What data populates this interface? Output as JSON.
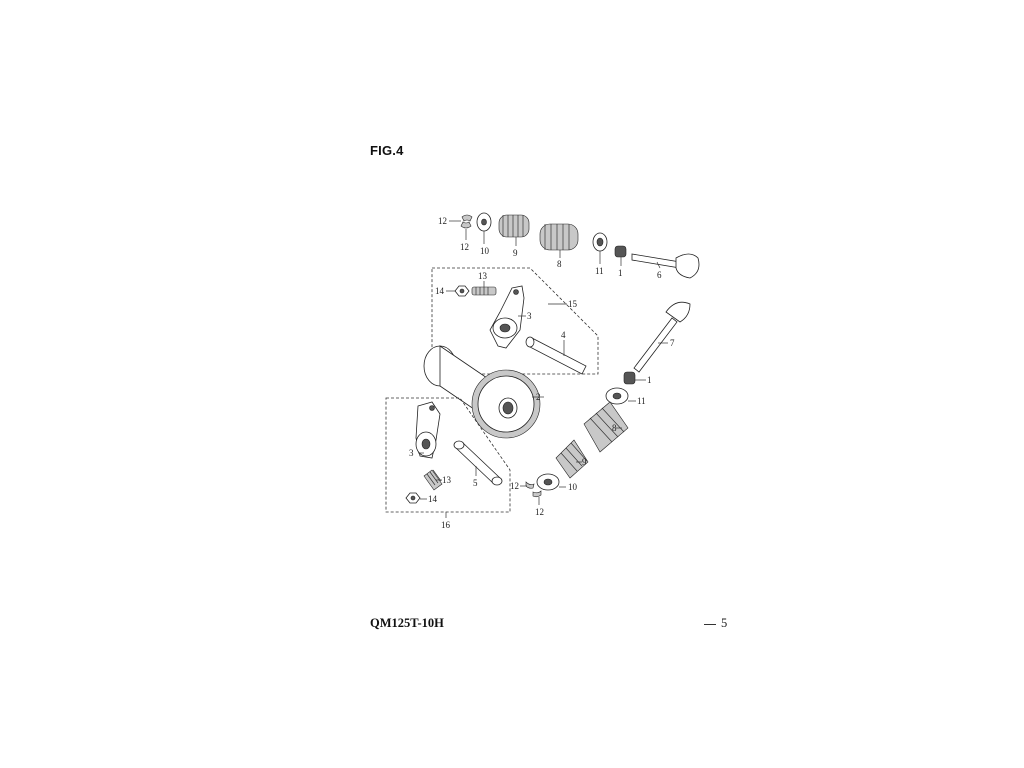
{
  "header": {
    "figure_title": "FIG.4"
  },
  "footer": {
    "model": "QM125T-10H",
    "page_number": "5"
  },
  "callouts": {
    "c12_top_a": "12",
    "c12_top_b": "12",
    "c10_top": "10",
    "c9_top": "9",
    "c8_top": "8",
    "c11_top": "11",
    "c1_top": "1",
    "c6": "6",
    "c13_upper": "13",
    "c14_upper": "14",
    "c15": "15",
    "c3_upper": "3",
    "c4": "4",
    "c7": "7",
    "c1_mid": "1",
    "c11_mid": "11",
    "c2": "2",
    "c8_mid": "8",
    "c9_mid": "9",
    "c10_low": "10",
    "c12_low_a": "12",
    "c12_low_b": "12",
    "c3_lower": "3",
    "c13_lower": "13",
    "c14_lower": "14",
    "c5": "5",
    "c16": "16"
  }
}
